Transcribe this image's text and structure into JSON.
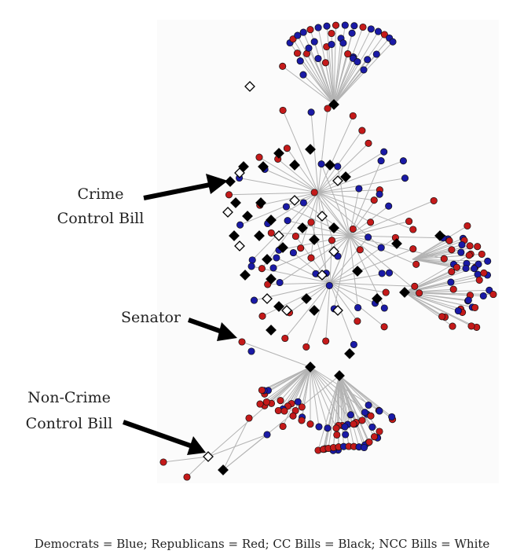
{
  "annotations": {
    "crime_bill": [
      "Crime",
      "Control Bill"
    ],
    "senator": "Senator",
    "non_crime_bill": [
      "Non-Crime",
      "Control Bill"
    ]
  },
  "caption": "Democrats = Blue; Republicans = Red; CC Bills = Black; NCC Bills = White",
  "colors": {
    "democrat": "#1a1aa6",
    "republican": "#c41a1a",
    "cc_bill": "#000000",
    "ncc_bill": "#ffffff",
    "edge": "#b3b3b3"
  }
}
